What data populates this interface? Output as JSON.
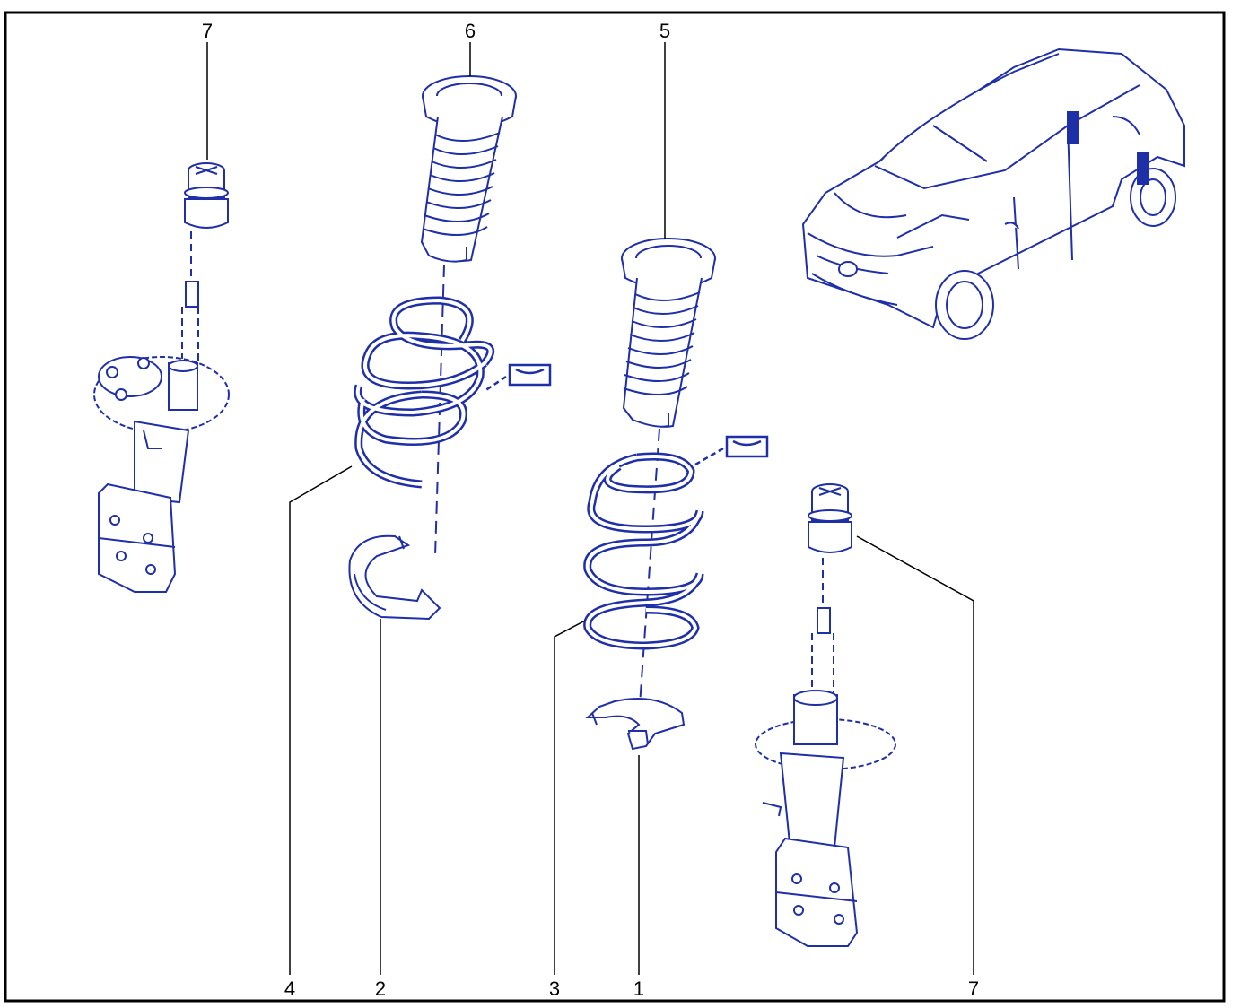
{
  "diagram": {
    "line_color": "#1f2fa8",
    "leader_color": "#000000",
    "callouts": [
      "7",
      "6",
      "5",
      "4",
      "2",
      "3",
      "1",
      "7"
    ],
    "parts": [
      {
        "icon": "strut-bump-stop-icon"
      },
      {
        "icon": "strut-assembly-icon"
      },
      {
        "icon": "dust-boot-icon"
      },
      {
        "icon": "coil-spring-icon"
      },
      {
        "icon": "spring-seat-icon"
      },
      {
        "icon": "car-silhouette-icon"
      },
      {
        "icon": "replacement-kit-icon"
      }
    ]
  }
}
